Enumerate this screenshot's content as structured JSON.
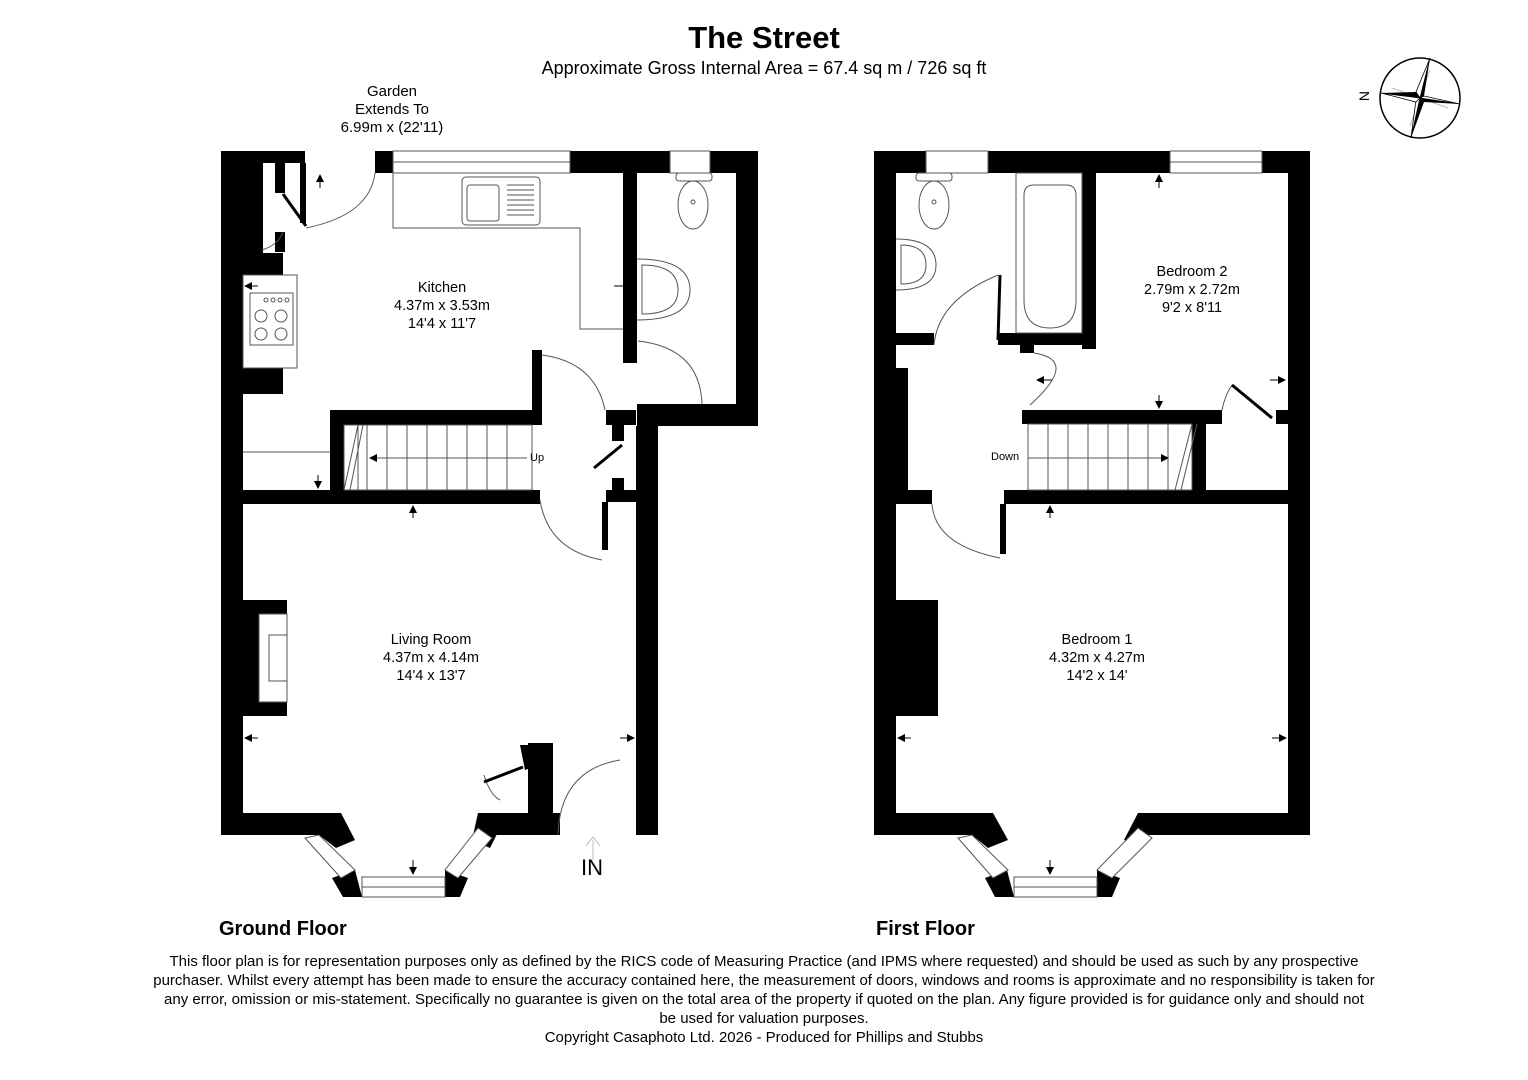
{
  "header": {
    "title": "The Street",
    "subtitle": "Approximate Gross Internal Area = 67.4 sq m / 726 sq ft"
  },
  "compass": {
    "icon": "north-compass-icon",
    "label": "N"
  },
  "garden": {
    "line1": "Garden",
    "line2": "Extends To",
    "line3": "6.99m x (22'11)"
  },
  "ground_floor": {
    "label": "Ground Floor",
    "entrance_label": "IN",
    "stairs_label": "Up",
    "rooms": [
      {
        "name": "Kitchen",
        "metric": "4.37m x 3.53m",
        "imperial": "14'4 x 11'7"
      },
      {
        "name": "Living Room",
        "metric": "4.37m x 4.14m",
        "imperial": "14'4 x 13'7"
      }
    ]
  },
  "first_floor": {
    "label": "First Floor",
    "stairs_label": "Down",
    "rooms": [
      {
        "name": "Bedroom 2",
        "metric": "2.79m x 2.72m",
        "imperial": "9'2 x 8'11"
      },
      {
        "name": "Bedroom 1",
        "metric": "4.32m x 4.27m",
        "imperial": "14'2 x 14'"
      }
    ]
  },
  "footer": {
    "disclaimer": [
      "This floor plan is for representation purposes only as defined by the RICS code of Measuring Practice (and IPMS where requested) and should be used as such by any prospective",
      "purchaser. Whilst every attempt has been made to ensure the accuracy contained here, the measurement of doors, windows and rooms is approximate and no responsibility is taken for",
      "any error, omission or mis-statement. Specifically no guarantee is given on the total area of the property if quoted on the plan. Any figure provided is for guidance only and should not",
      "be used for valuation purposes."
    ],
    "copyright": "Copyright Casaphoto Ltd. 2026 - Produced for Phillips and Stubbs"
  },
  "colors": {
    "wall": "#000000",
    "background": "#ffffff",
    "fixture_line": "#555555"
  }
}
